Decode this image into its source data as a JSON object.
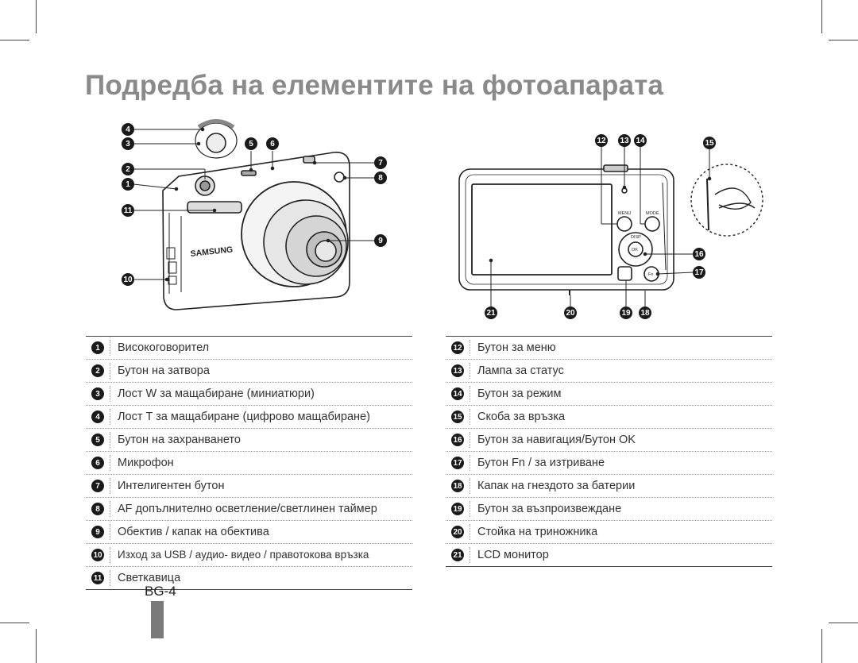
{
  "page": {
    "title": "Подредба на елементите на фотоапарата",
    "page_number": "BG-4"
  },
  "camera_front": {
    "brand": "SAMSUNG",
    "callouts": [
      "4",
      "3",
      "2",
      "1",
      "11",
      "10",
      "5",
      "6",
      "7",
      "8",
      "9"
    ]
  },
  "camera_back": {
    "labels": {
      "menu": "MENU",
      "mode": "MODE",
      "disp": "DISP",
      "ok": "OK",
      "fn": "Fn"
    },
    "callouts": [
      "12",
      "13",
      "14",
      "15",
      "16",
      "17",
      "21",
      "20",
      "19",
      "18"
    ]
  },
  "legend_left": [
    {
      "num": "1",
      "text": "Високоговорител"
    },
    {
      "num": "2",
      "text": "Бутон на затвора"
    },
    {
      "num": "3",
      "text": "Лост W за мащабиране (миниатюри)"
    },
    {
      "num": "4",
      "text": "Лост T за мащабиране (цифрово мащабиране)"
    },
    {
      "num": "5",
      "text": "Бутон на захранването"
    },
    {
      "num": "6",
      "text": "Микрофон"
    },
    {
      "num": "7",
      "text": "Интелигентен бутон"
    },
    {
      "num": "8",
      "text": "AF допълнително осветление/светлинен таймер"
    },
    {
      "num": "9",
      "text": "Обектив / капак на обектива"
    },
    {
      "num": "10",
      "text": "Изход за USB / аудио- видео / правотокова връзка"
    },
    {
      "num": "11",
      "text": "Светкавица"
    }
  ],
  "legend_right": [
    {
      "num": "12",
      "text": "Бутон за меню"
    },
    {
      "num": "13",
      "text": "Лампа за статус"
    },
    {
      "num": "14",
      "text": "Бутон за режим"
    },
    {
      "num": "15",
      "text": "Скоба за връзка"
    },
    {
      "num": "16",
      "text": "Бутон за навигация/Бутон OK"
    },
    {
      "num": "17",
      "text": "Бутон Fn / за изтриване"
    },
    {
      "num": "18",
      "text": "Капак на гнездото за батерии"
    },
    {
      "num": "19",
      "text": "Бутон за възпроизвеждане"
    },
    {
      "num": "20",
      "text": "Стойка на триножника"
    },
    {
      "num": "21",
      "text": "LCD монитор"
    }
  ]
}
